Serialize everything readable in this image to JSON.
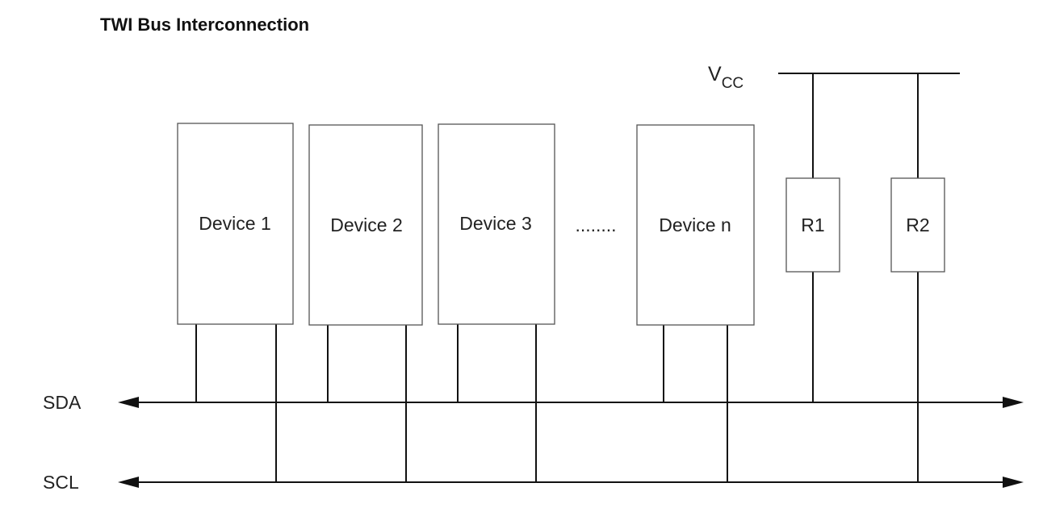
{
  "title": "TWI Bus Interconnection",
  "devices": [
    {
      "label": "Device 1"
    },
    {
      "label": "Device 2"
    },
    {
      "label": "Device 3"
    },
    {
      "label": "Device n"
    }
  ],
  "ellipsis": "........",
  "resistors": [
    {
      "label": "R1"
    },
    {
      "label": "R2"
    }
  ],
  "vcc": {
    "main": "V",
    "sub": "CC"
  },
  "buses": [
    {
      "label": "SDA"
    },
    {
      "label": "SCL"
    }
  ]
}
